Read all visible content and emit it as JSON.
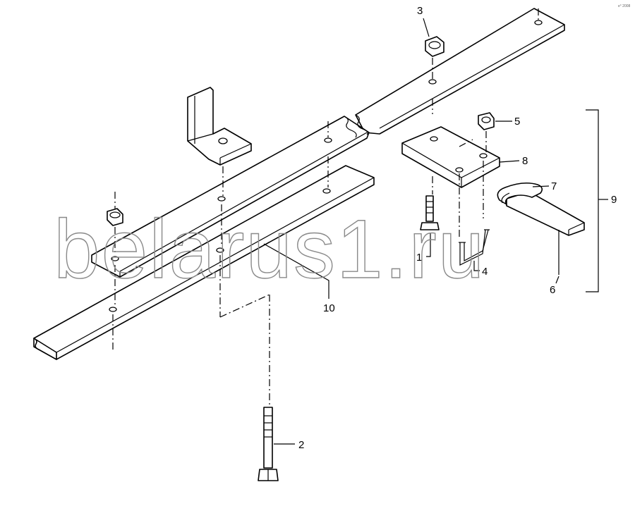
{
  "diagram": {
    "watermark": "belarus1.ru",
    "corner_stamp": "e° 2008",
    "callouts": {
      "part_1": "1",
      "part_2": "2",
      "part_3": "3",
      "part_4": "4",
      "part_5": "5",
      "part_6": "6",
      "part_7": "7",
      "part_8": "8",
      "part_9": "9",
      "part_10": "10"
    }
  }
}
